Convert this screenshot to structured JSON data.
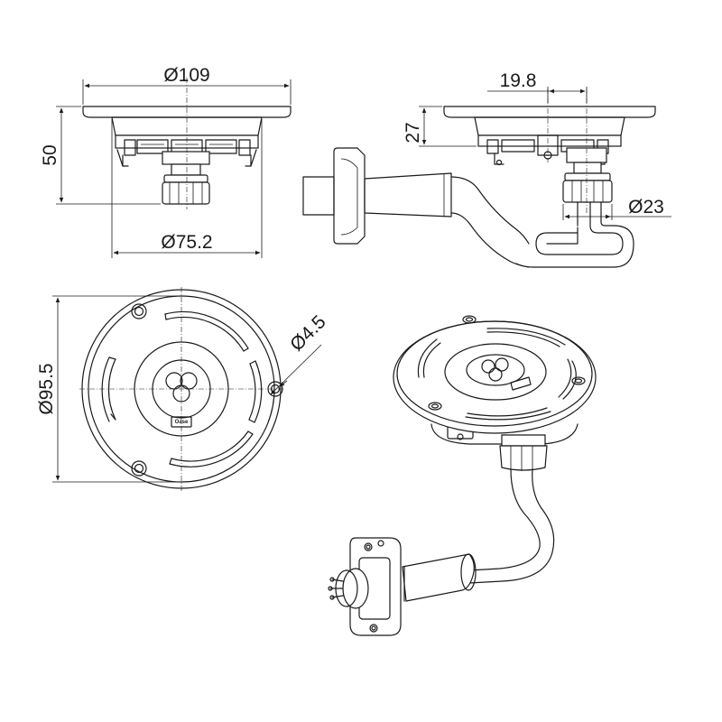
{
  "dimensions": {
    "d109": "Ø109",
    "h50": "50",
    "d75_2": "Ø75.2",
    "w19_8": "19.8",
    "h27": "27",
    "d23": "Ø23",
    "d95_5": "Ø95.5",
    "d4_5": "Ø4.5"
  },
  "logo_text": "Oase"
}
